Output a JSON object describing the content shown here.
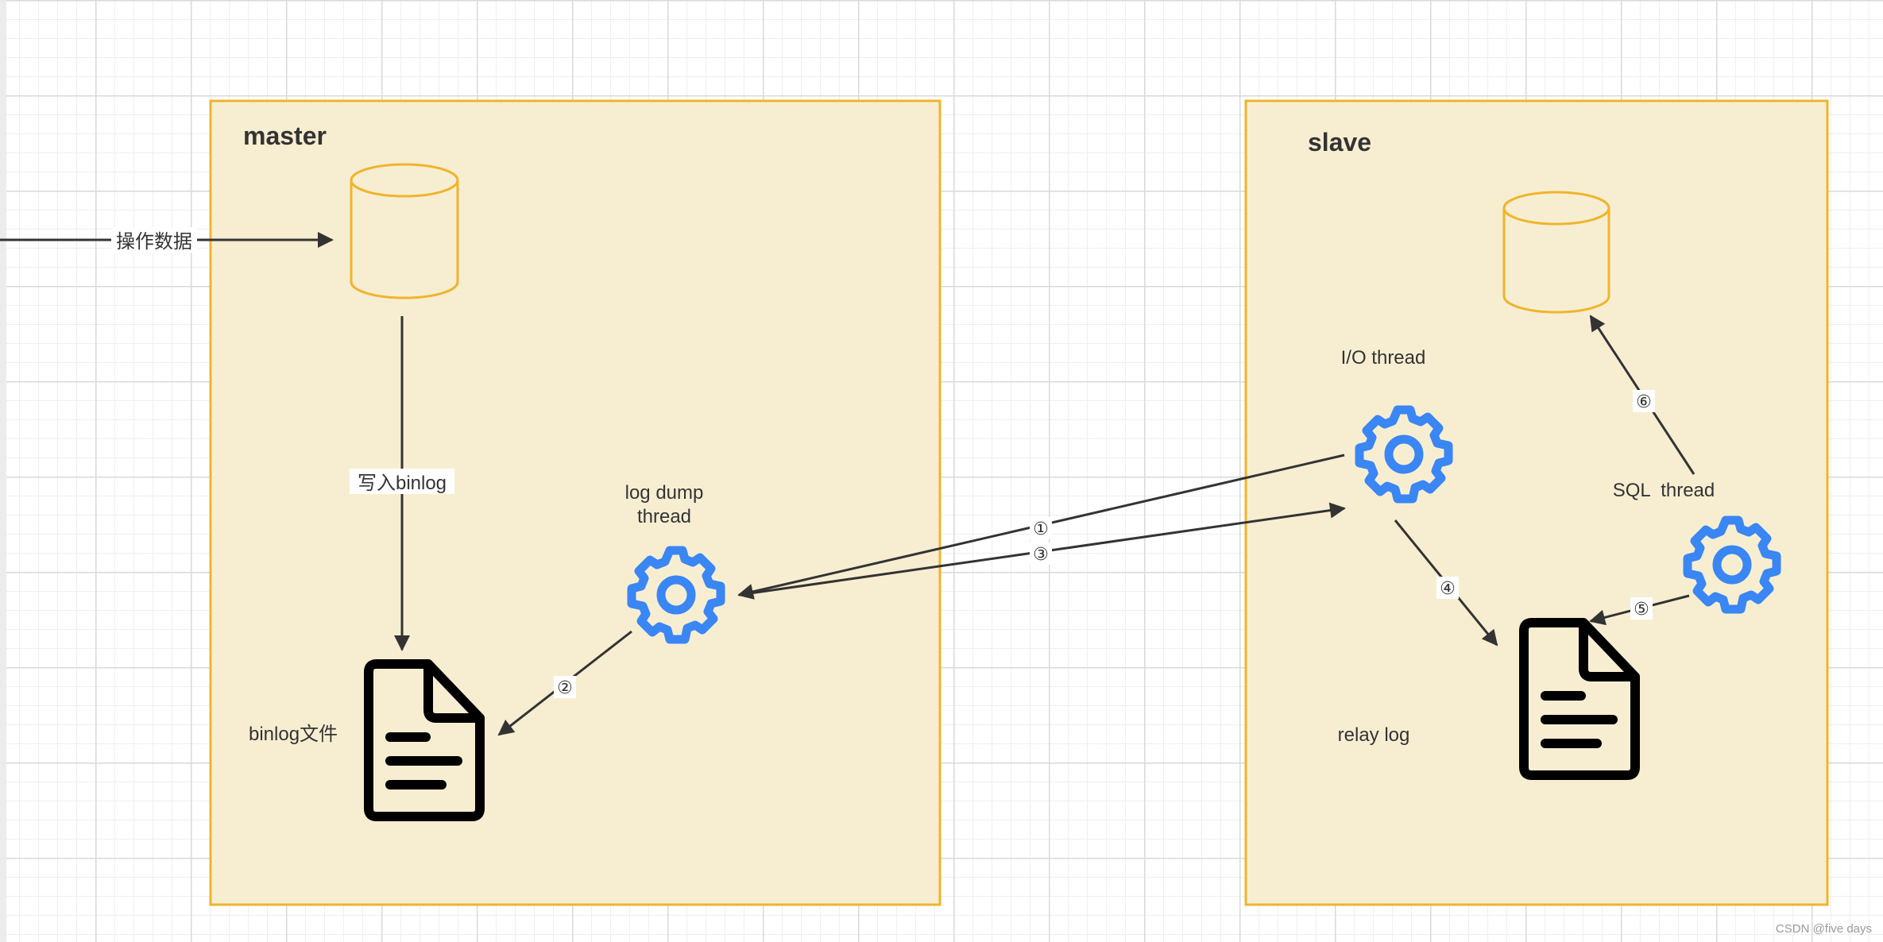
{
  "master": {
    "title": "master",
    "db_label": "",
    "write_label": "写入binlog",
    "binlog_label": "binlog文件",
    "dump_thread_label_line1": "log dump",
    "dump_thread_label_line2": "thread"
  },
  "slave": {
    "title": "slave",
    "io_thread_label": "I/O thread",
    "sql_thread_label": "SQL  thread",
    "relay_log_label": "relay log"
  },
  "operate_label": "操作数据",
  "steps": {
    "s1": "①",
    "s2": "②",
    "s3": "③",
    "s4": "④",
    "s5": "⑤",
    "s6": "⑥"
  },
  "watermark": "CSDN @five days",
  "colors": {
    "container_fill": "#f7eed2",
    "container_stroke": "#f0b42c",
    "db_stroke": "#f0b42c",
    "gear": "#3a86f5",
    "arrow": "#333333",
    "doc": "#000000"
  },
  "icons": {
    "database": "database-icon",
    "gear": "gear-icon",
    "document": "document-icon"
  }
}
